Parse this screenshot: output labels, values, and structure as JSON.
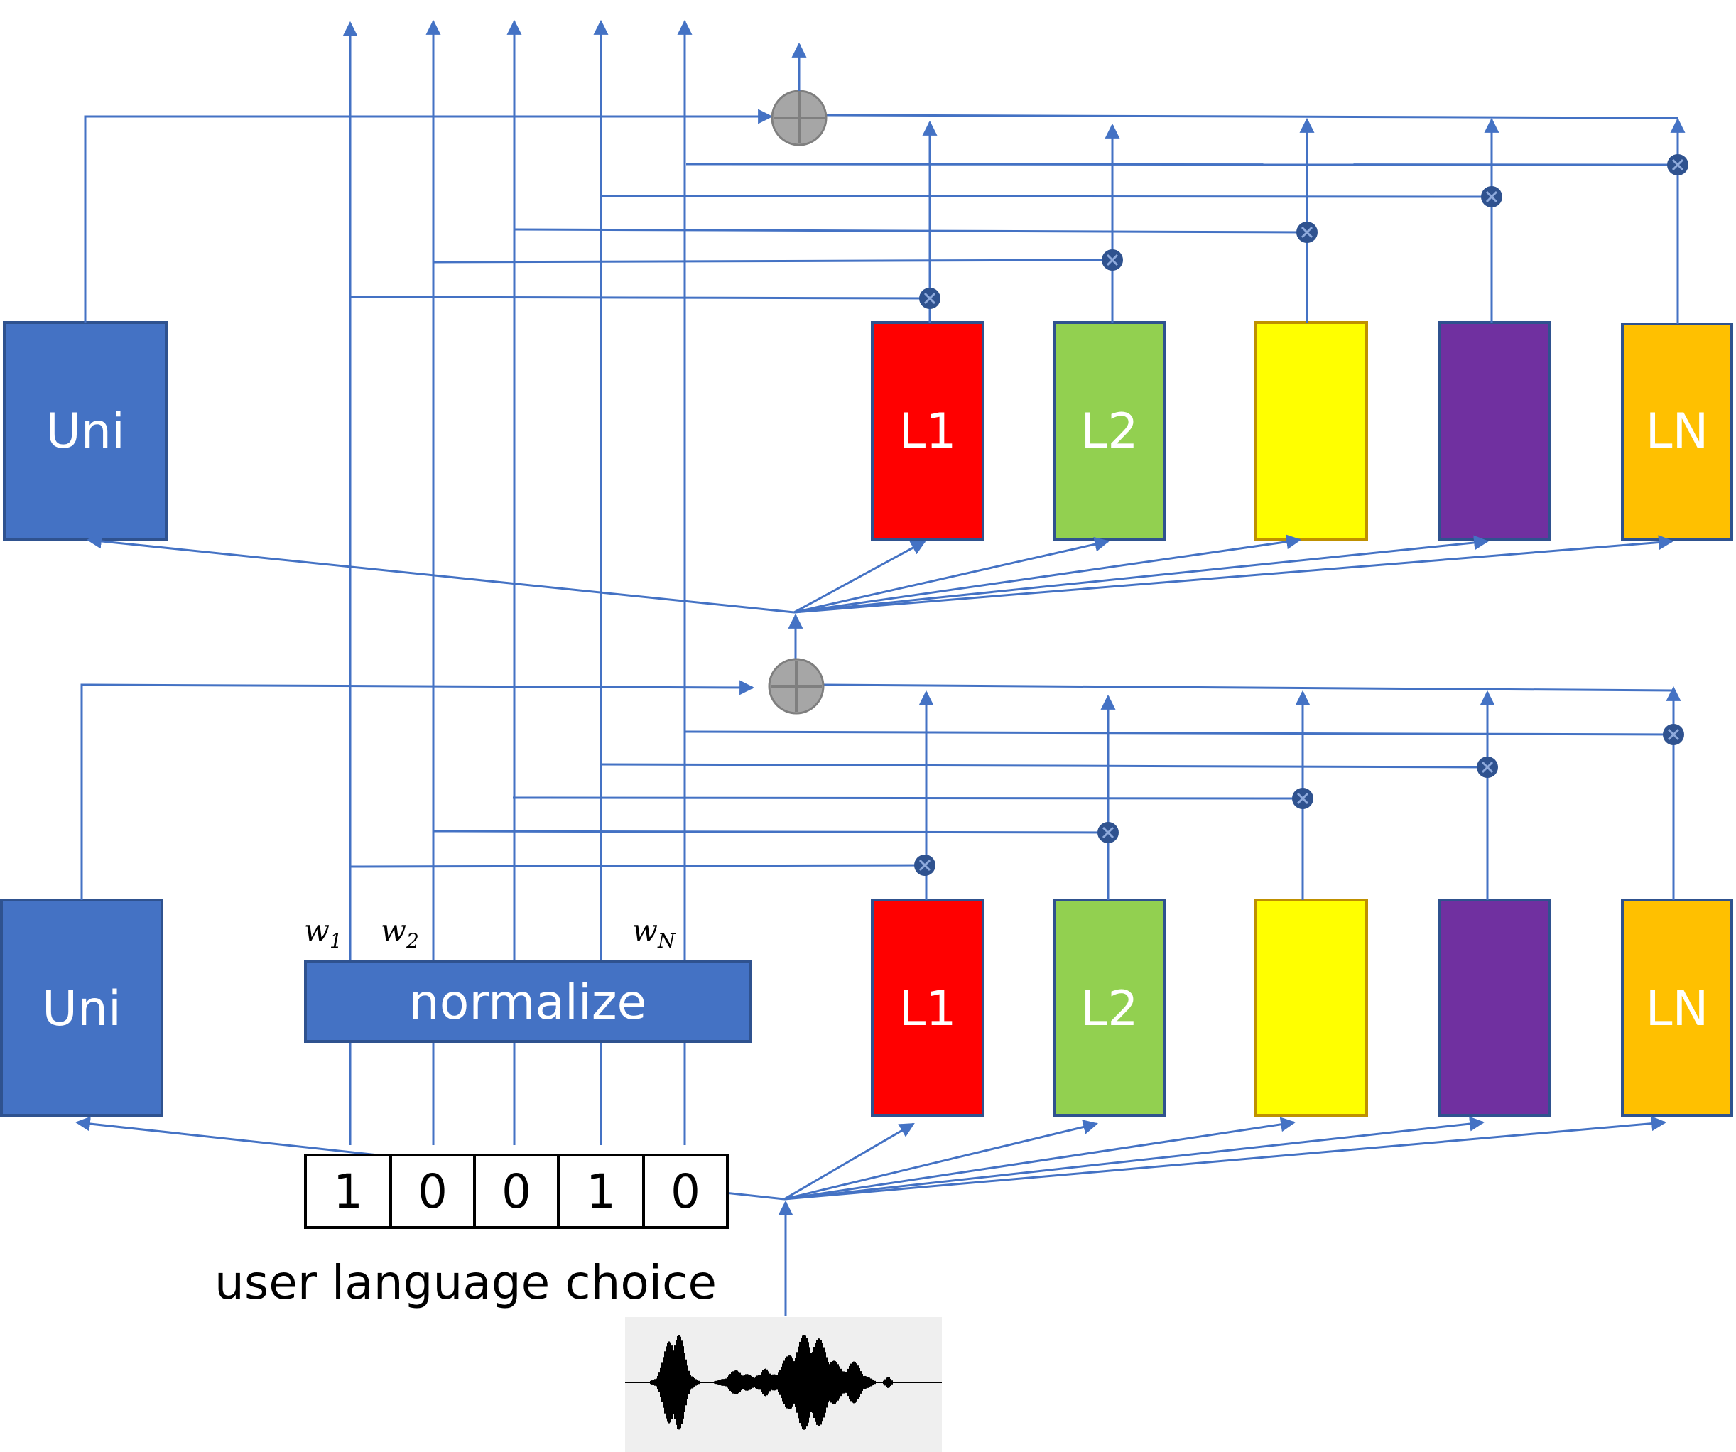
{
  "upper_layer": {
    "uni_label": "Uni",
    "experts": [
      {
        "label": "L1",
        "color": "#ff0000"
      },
      {
        "label": "L2",
        "color": "#92d050"
      },
      {
        "label": "",
        "color": "#ffff00"
      },
      {
        "label": "",
        "color": "#7030a0"
      },
      {
        "label": "LN",
        "color": "#ffc000"
      }
    ]
  },
  "lower_layer": {
    "uni_label": "Uni",
    "experts": [
      {
        "label": "L1",
        "color": "#ff0000"
      },
      {
        "label": "L2",
        "color": "#92d050"
      },
      {
        "label": "",
        "color": "#ffff00"
      },
      {
        "label": "",
        "color": "#7030a0"
      },
      {
        "label": "LN",
        "color": "#ffc000"
      }
    ]
  },
  "weights": [
    {
      "base": "w",
      "sub": "1"
    },
    {
      "base": "w",
      "sub": "2"
    },
    {
      "base": "w",
      "sub": "N"
    }
  ],
  "normalize_label": "normalize",
  "language_vector": [
    "1",
    "0",
    "0",
    "1",
    "0"
  ],
  "caption": "user language choice",
  "colors": {
    "uni": "#4472c4",
    "line": "#4472c4",
    "box_stroke": "#2f528f",
    "sum_node": "#a6a6a6",
    "mult_node": "#2f528f"
  }
}
